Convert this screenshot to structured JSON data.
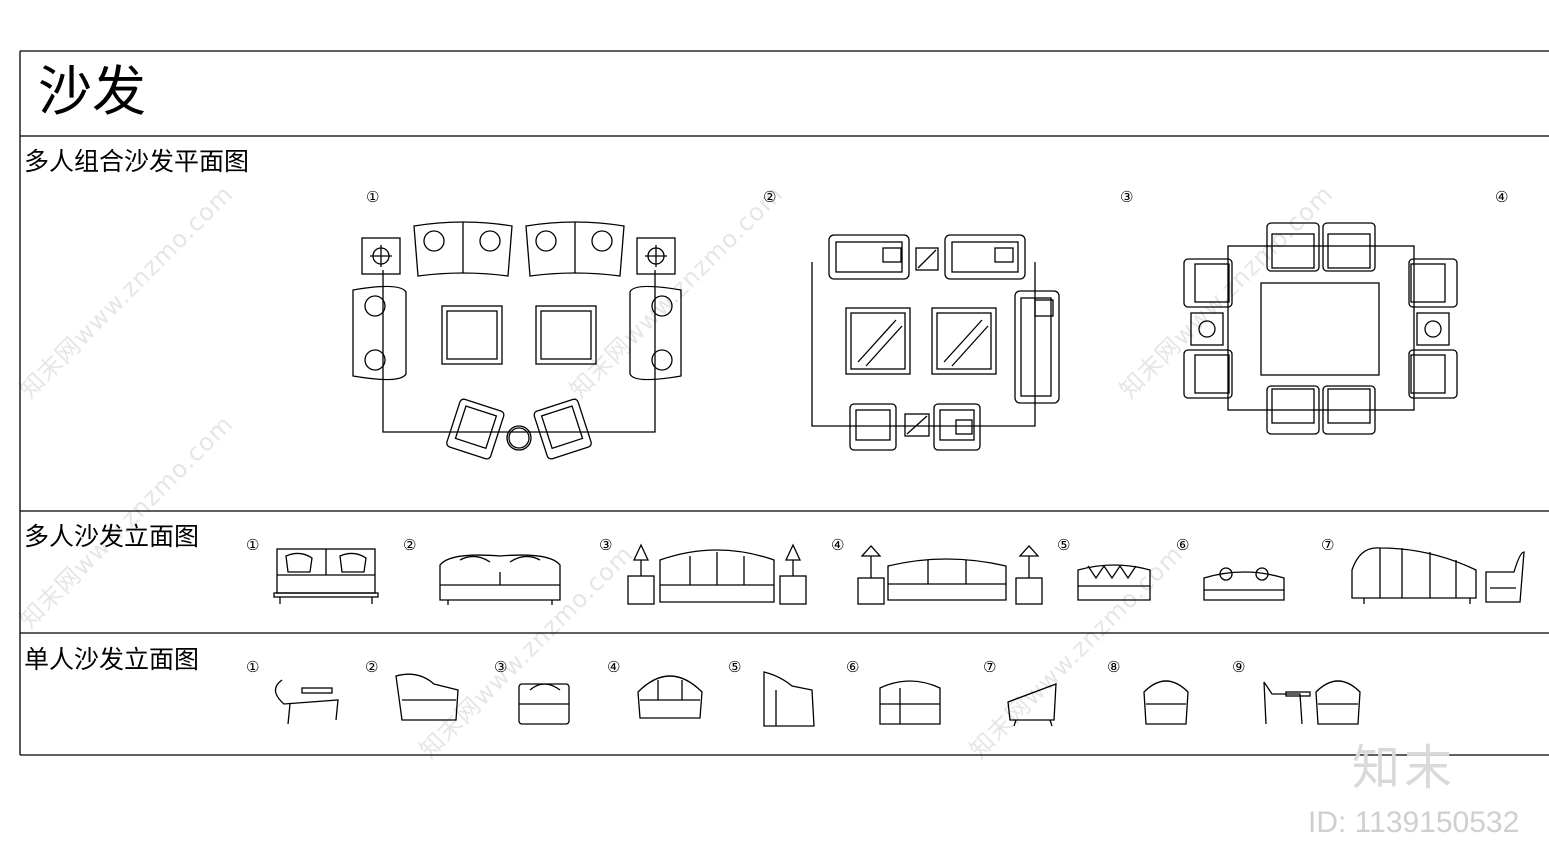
{
  "title": "沙发",
  "sections": {
    "plan": {
      "label": "多人组合沙发平面图",
      "items": [
        "①",
        "②",
        "③",
        "④"
      ]
    },
    "multi_elev": {
      "label": "多人沙发立面图",
      "items": [
        "①",
        "②",
        "③",
        "④",
        "⑤",
        "⑥",
        "⑦"
      ]
    },
    "single_elev": {
      "label": "单人沙发立面图",
      "items": [
        "①",
        "②",
        "③",
        "④",
        "⑤",
        "⑥",
        "⑦",
        "⑧",
        "⑨"
      ]
    }
  },
  "watermark": {
    "text": "知末网www.znzmo.com",
    "logo": "知末",
    "image_id": "ID: 1139150532"
  },
  "colors": {
    "line": "#000000",
    "watermark": "#e6e6e6"
  }
}
